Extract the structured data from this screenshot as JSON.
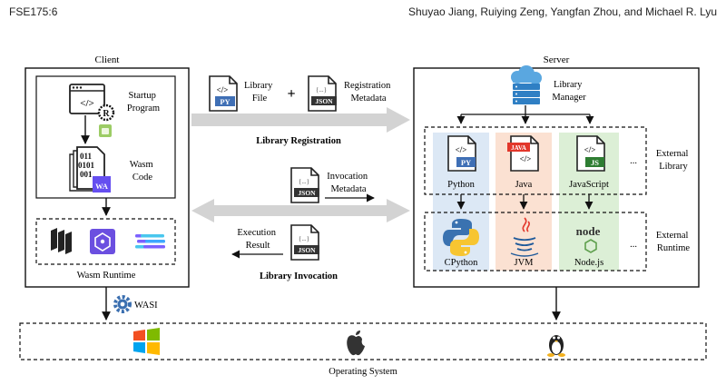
{
  "header": {
    "left": "FSE175:6",
    "right": "Shuyao Jiang, Ruiying Zeng, Yangfan Zhou, and Michael R. Lyu"
  },
  "client": {
    "title": "Client",
    "startup_program": [
      "Startup",
      "Program"
    ],
    "wasm_code": [
      "Wasm",
      "Code"
    ],
    "wasm_code_bits": [
      "011",
      "0101",
      "001"
    ],
    "wa_badge": "WA",
    "wasm_runtime": "Wasm Runtime"
  },
  "server": {
    "title": "Server",
    "library_manager": [
      "Library",
      "Manager"
    ],
    "languages": [
      {
        "name": "Python",
        "badge": "PY",
        "color": "#dce8f5"
      },
      {
        "name": "Java",
        "badge": "JAVA",
        "color": "#fbe1d2"
      },
      {
        "name": "JavaScript",
        "badge": "JS",
        "color": "#dcefd6"
      }
    ],
    "runtimes": [
      "CPython",
      "JVM",
      "Node.js"
    ],
    "node_logo_text": "node",
    "ellipsis": "...",
    "external_library": [
      "External",
      "Library"
    ],
    "external_runtime": [
      "External",
      "Runtime"
    ]
  },
  "middle": {
    "library_file": [
      "Library",
      "File"
    ],
    "plus": "+",
    "registration_metadata": [
      "Registration",
      "Metadata"
    ],
    "library_registration": "Library Registration",
    "invocation_metadata": [
      "Invocation",
      "Metadata"
    ],
    "execution_result": [
      "Execution",
      "Result"
    ],
    "library_invocation": "Library Invocation",
    "py_badge": "PY",
    "json_badge": "JSON",
    "json_braces": "{...}",
    "code_glyph": "</>"
  },
  "wasi": "WASI",
  "os": {
    "label": "Operating System"
  },
  "colors": {
    "doc_blue": "#1f4f9a",
    "wasm_purple": "#654ff0",
    "server_blue": "#3b8fd4",
    "java_red": "#e2372b",
    "js_green": "#2e7d32",
    "arrow_gray": "#d3d3d3"
  }
}
